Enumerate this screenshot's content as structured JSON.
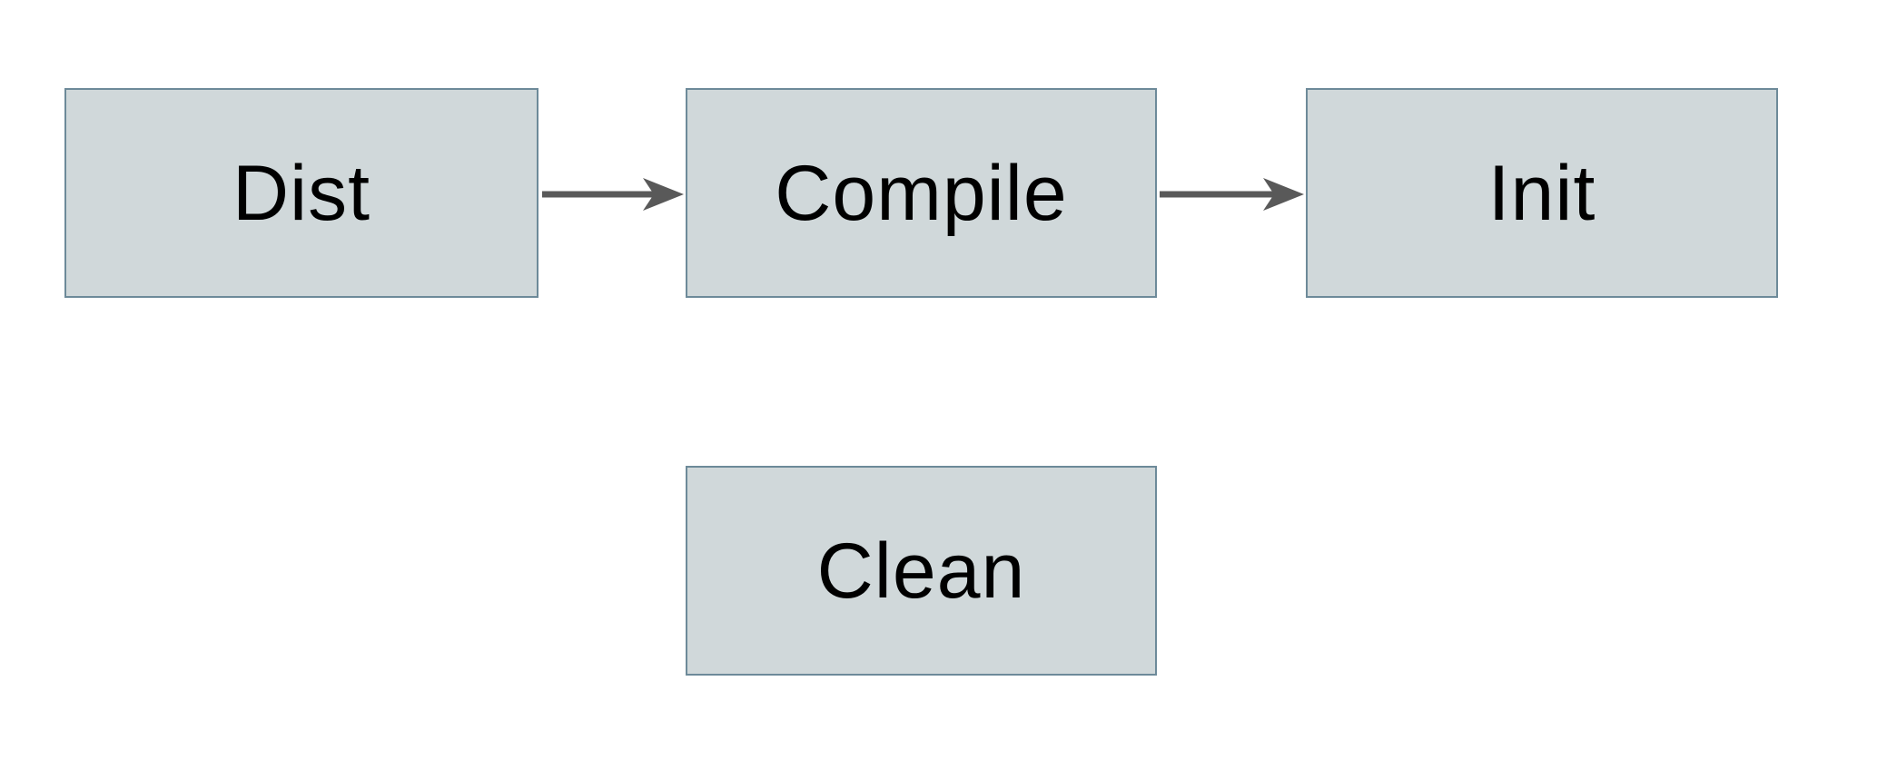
{
  "diagram": {
    "nodes": [
      {
        "id": "dist",
        "label": "Dist"
      },
      {
        "id": "compile",
        "label": "Compile"
      },
      {
        "id": "init",
        "label": "Init"
      },
      {
        "id": "clean",
        "label": "Clean"
      }
    ],
    "edges": [
      {
        "from": "dist",
        "to": "compile"
      },
      {
        "from": "compile",
        "to": "init"
      }
    ]
  },
  "colors": {
    "background": "#ffffff",
    "node_fill": "#d0d8da",
    "node_border": "#6d8a99",
    "arrow": "#595959",
    "text": "#000000"
  }
}
